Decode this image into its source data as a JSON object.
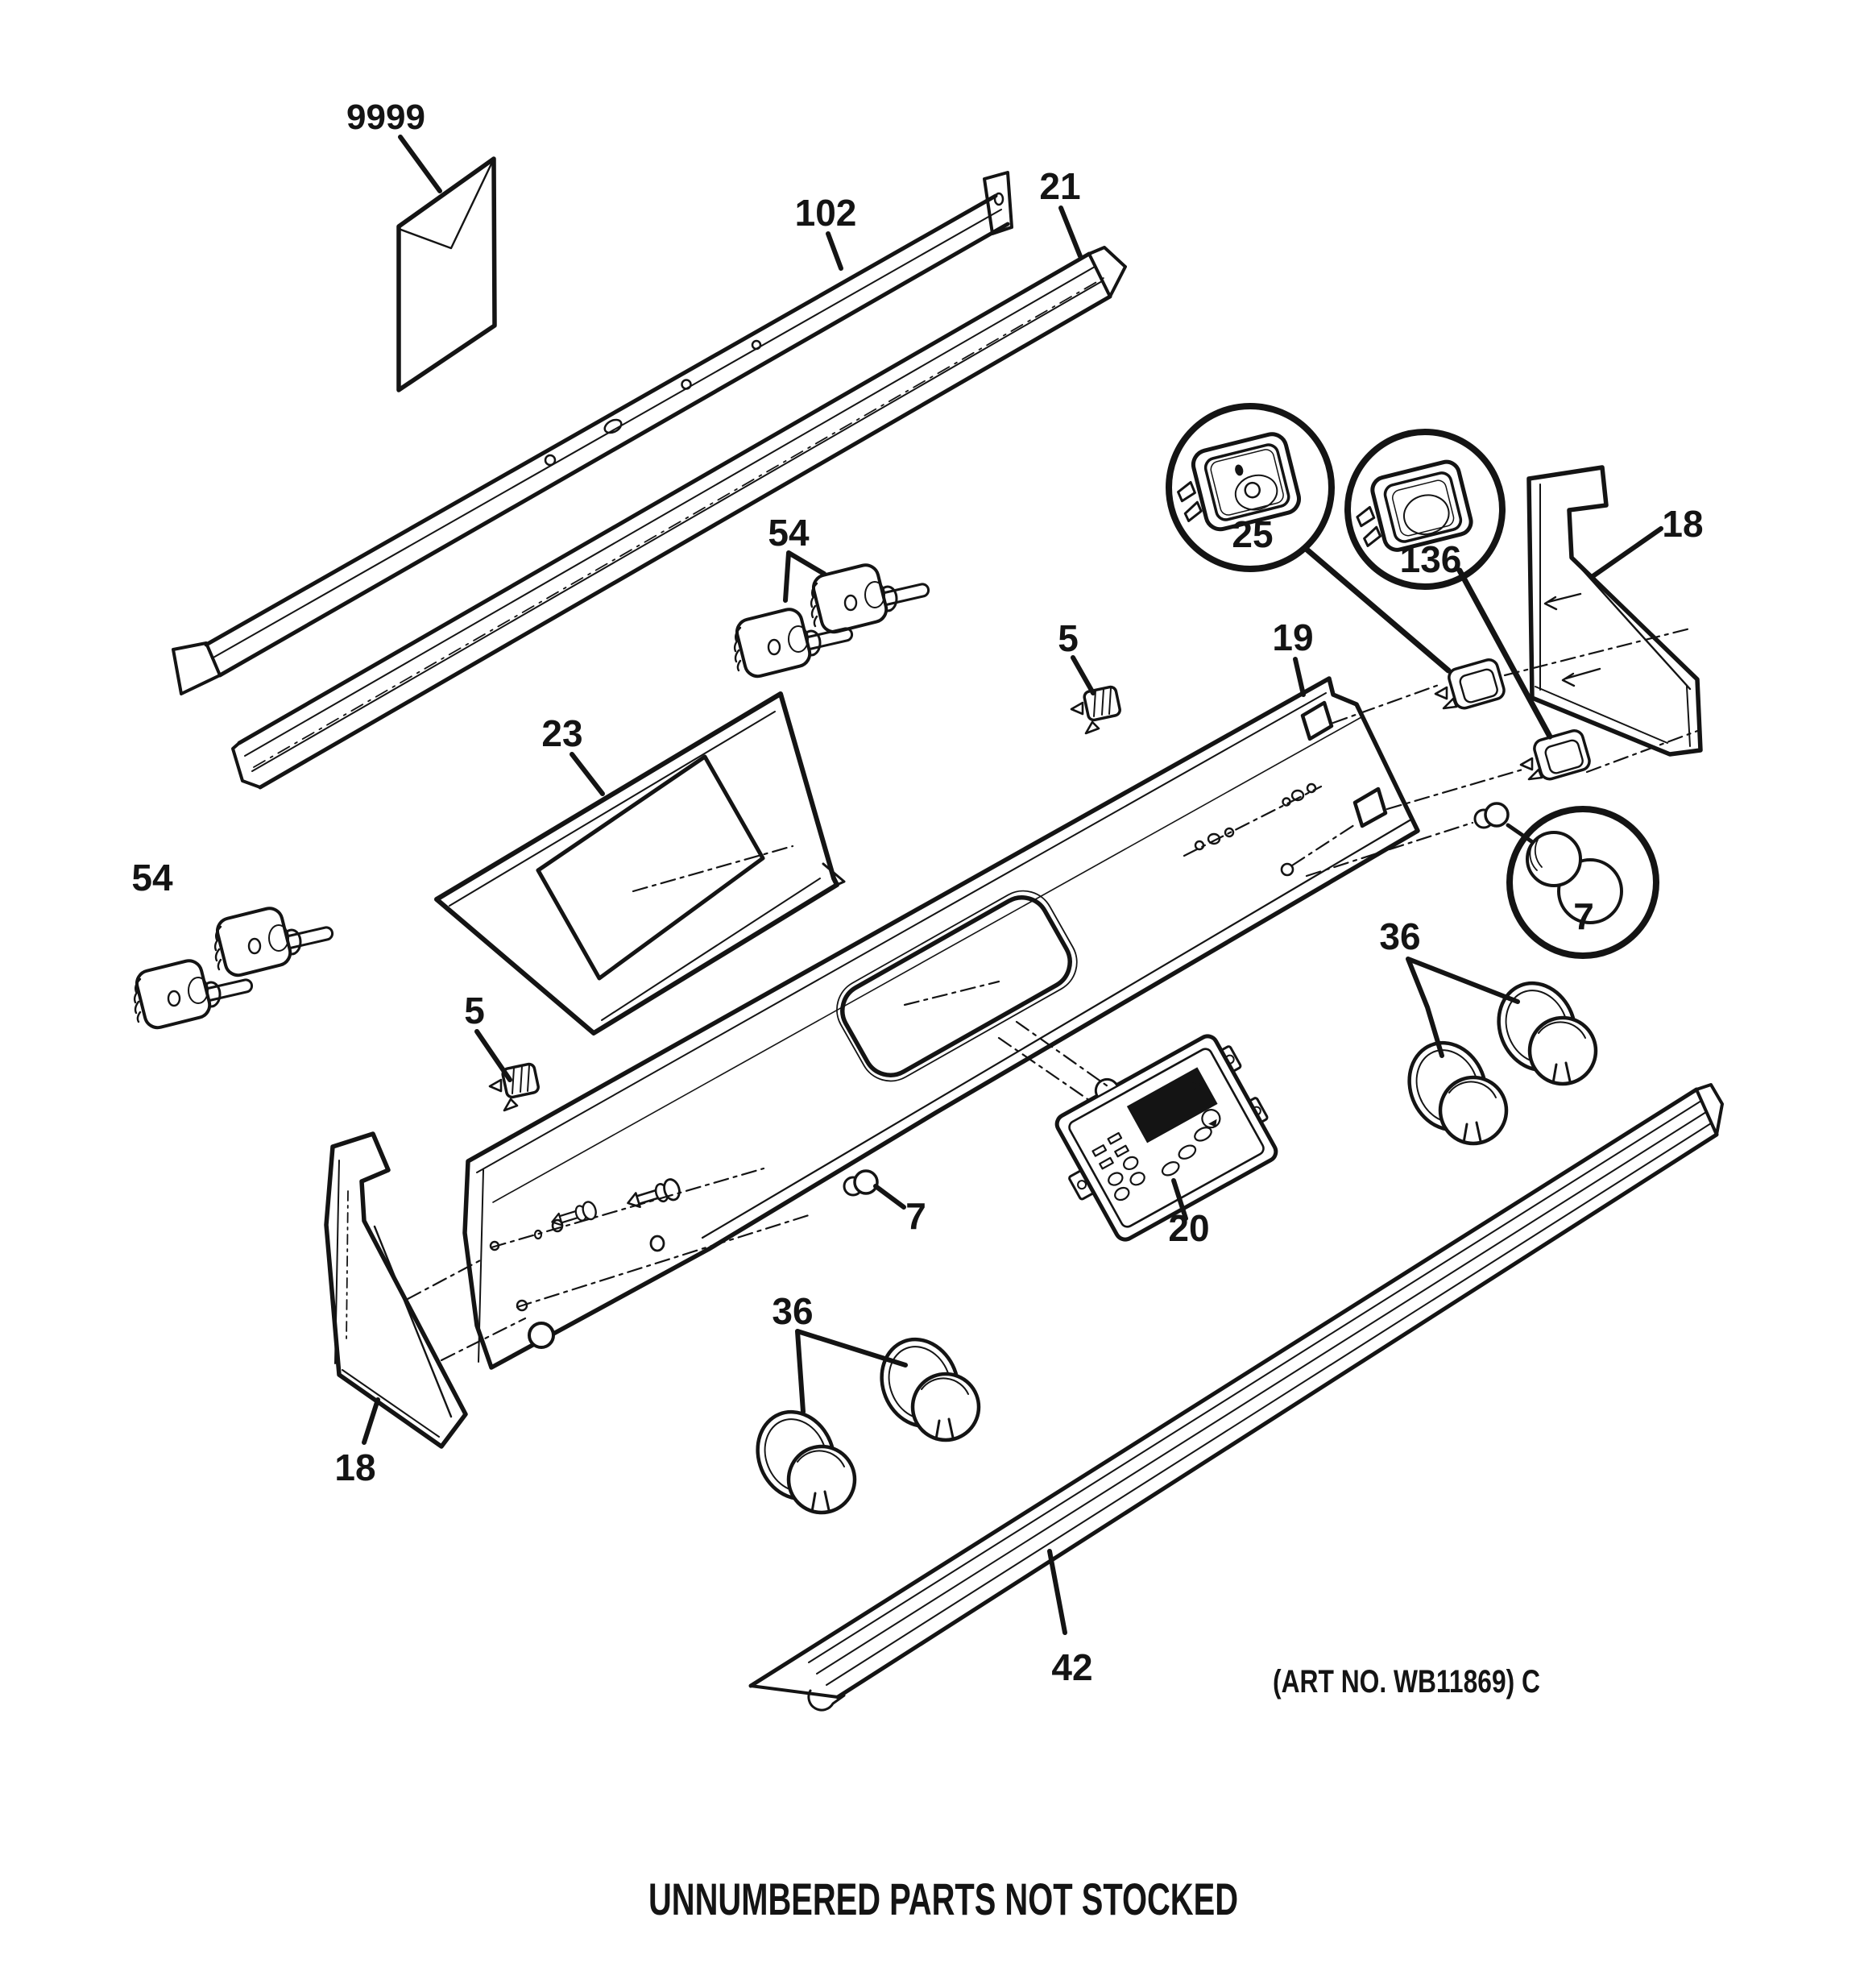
{
  "figure": {
    "type": "exploded-parts-diagram",
    "line_color": "#141414",
    "background_color": "#ffffff"
  },
  "labels": [
    {
      "id": "9999",
      "text": "9999"
    },
    {
      "id": "102",
      "text": "102"
    },
    {
      "id": "21",
      "text": "21"
    },
    {
      "id": "54-top",
      "text": "54"
    },
    {
      "id": "23",
      "text": "23"
    },
    {
      "id": "5-right",
      "text": "5"
    },
    {
      "id": "19",
      "text": "19"
    },
    {
      "id": "25",
      "text": "25"
    },
    {
      "id": "136",
      "text": "136"
    },
    {
      "id": "18-right",
      "text": "18"
    },
    {
      "id": "7-circled",
      "text": "7"
    },
    {
      "id": "54-left",
      "text": "54"
    },
    {
      "id": "5-left",
      "text": "5"
    },
    {
      "id": "36-right",
      "text": "36"
    },
    {
      "id": "7-small",
      "text": "7"
    },
    {
      "id": "20",
      "text": "20"
    },
    {
      "id": "36-bottom",
      "text": "36"
    },
    {
      "id": "18-left",
      "text": "18"
    },
    {
      "id": "42",
      "text": "42"
    }
  ],
  "captions": {
    "art_no": "(ART NO. WB11869) C",
    "footer": "UNNUMBERED PARTS NOT STOCKED"
  }
}
